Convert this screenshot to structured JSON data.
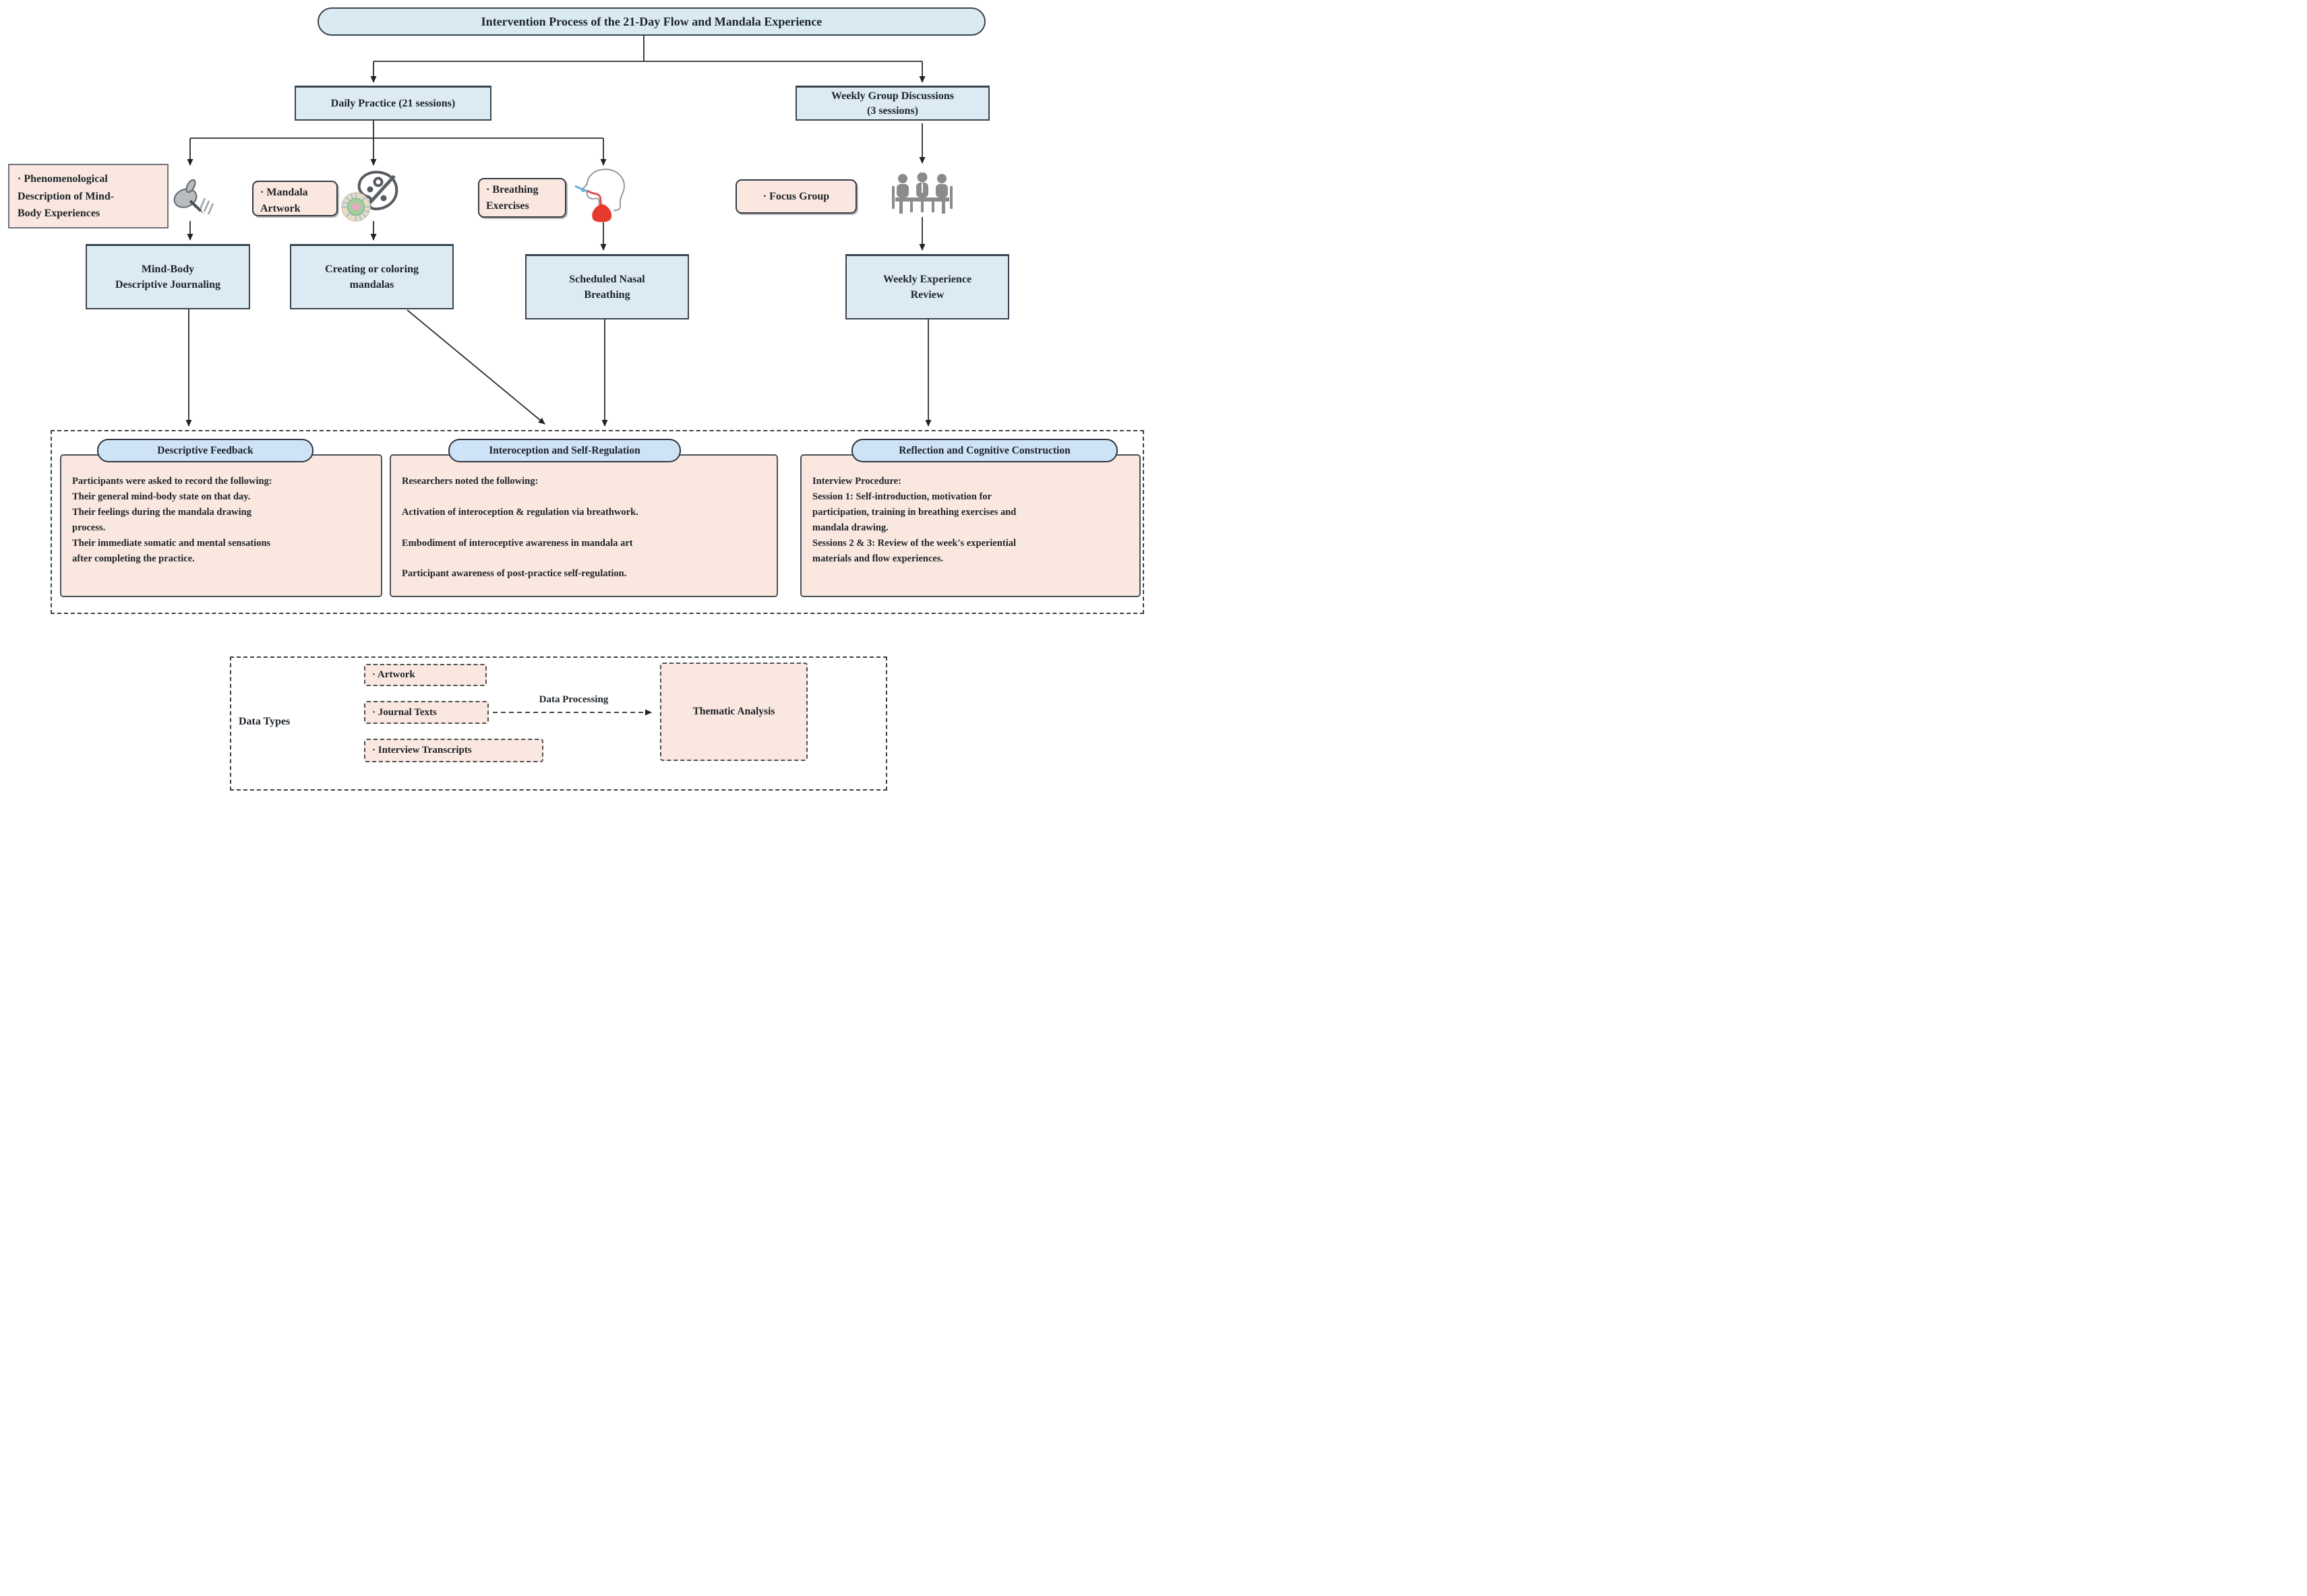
{
  "title": "Intervention Process of the 21-Day Flow and Mandala Experience",
  "branches": {
    "daily": "Daily Practice (21 sessions)",
    "weekly": "Weekly Group Discussions\n(3 sessions)"
  },
  "activities": [
    {
      "label": "· Phenomenological\nDescription of Mind-\nBody Experiences",
      "icon": "writing-hand-icon",
      "practice": "Mind-Body\nDescriptive Journaling"
    },
    {
      "label": "· Mandala\nArtwork",
      "icon": "mandala-palette-icon",
      "practice": "Creating or coloring\nmandalas"
    },
    {
      "label": "· Breathing\nExercises",
      "icon": "nasal-breathing-icon",
      "practice": "Scheduled Nasal\nBreathing"
    },
    {
      "label": "· Focus Group",
      "icon": "focus-group-icon",
      "practice": "Weekly Experience\nReview"
    }
  ],
  "panels": [
    {
      "header": "Descriptive Feedback",
      "body": "Participants were asked to record the following:\nTheir general mind-body state on that day.\nTheir feelings during the mandala drawing\nprocess.\nTheir immediate somatic and mental sensations\nafter completing the practice."
    },
    {
      "header": "Interoception and Self-Regulation",
      "body": "Researchers noted the following:\n\nActivation of interoception & regulation via breathwork.\n\nEmbodiment of interoceptive awareness in mandala art\n\nParticipant awareness of post-practice self-regulation."
    },
    {
      "header": "Reflection and Cognitive Construction",
      "body": "Interview Procedure:\nSession 1: Self-introduction, motivation for\nparticipation, training in breathing exercises and\nmandala drawing.\nSessions 2 & 3: Review of the week's experiential\nmaterials and flow experiences."
    }
  ],
  "data_section": {
    "label": "Data Types",
    "types": [
      "· Artwork",
      "· Journal Texts",
      "· Interview Transcripts"
    ],
    "process_label": "Data Processing",
    "analysis": "Thematic Analysis"
  },
  "colors": {
    "box_blue": "#dcebf3",
    "pill_blue": "#cfe3f7",
    "panel_pink": "#fae8e0",
    "border_dark": "#39444e",
    "arrow": "#2b2b2b",
    "lung_red": "#e8392f",
    "inhale_blue": "#6aaede",
    "icon_gray": "#8b8b8b"
  }
}
